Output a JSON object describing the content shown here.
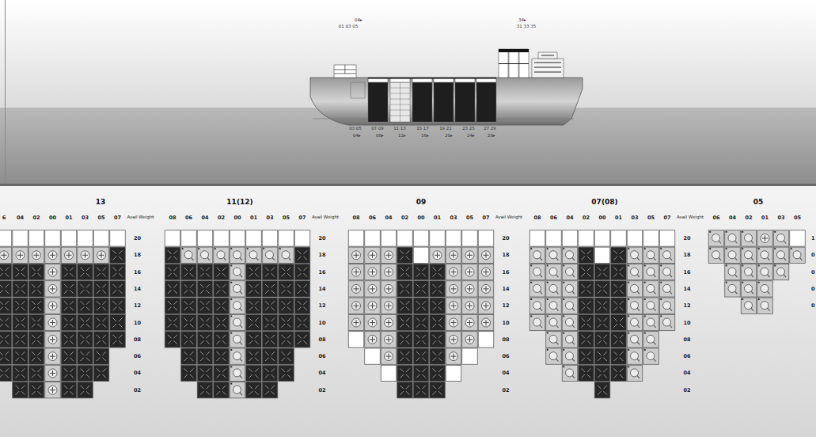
{
  "diagram": {
    "labels": [
      "04▸",
      "01 03 05",
      "34▸",
      "31 33 35",
      "03 05",
      "07 09",
      "11 13",
      "15 17",
      "19 21",
      "23 25",
      "27 29",
      "04▸",
      "08▸",
      "12▸",
      "16▸",
      "20▸",
      "24▸",
      "28▸",
      "13",
      "6",
      "04",
      "02",
      "00",
      "01",
      "03",
      "05",
      "07",
      "Avail Weight",
      "20",
      "18",
      "16",
      "14",
      "12",
      "10",
      "08",
      "06",
      "04",
      "02",
      "11(12)",
      "08",
      "06",
      "04",
      "02",
      "00",
      "01",
      "03",
      "05",
      "07",
      "Avail Weight",
      "20",
      "18",
      "16",
      "14",
      "12",
      "10",
      "08",
      "06",
      "04",
      "02",
      "09",
      "08",
      "06",
      "04",
      "02",
      "00",
      "01",
      "03",
      "05",
      "07",
      "Avail Weight",
      "20",
      "18",
      "16",
      "14",
      "12",
      "10",
      "08",
      "06",
      "04",
      "02",
      "07(08)",
      "08",
      "06",
      "04",
      "02",
      "00",
      "01",
      "03",
      "05",
      "07",
      "Avail Weight",
      "20",
      "18",
      "16",
      "14",
      "12",
      "10",
      "08",
      "06",
      "04",
      "02",
      "05",
      "06",
      "04",
      "02",
      "01",
      "03",
      "05",
      "1",
      "0",
      "0",
      "0",
      "0"
    ]
  }
}
